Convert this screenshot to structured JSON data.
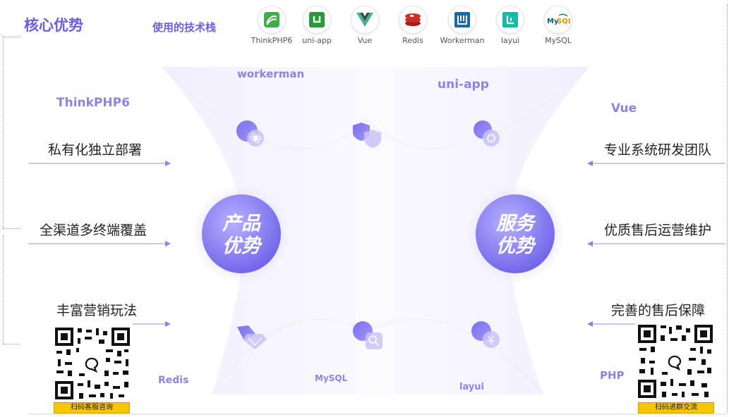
{
  "header": {
    "title": "核心优势",
    "stack_label": "使用的技术栈"
  },
  "tech_stack": [
    {
      "label": "ThinkPHP6",
      "icon": "thinkphp-icon",
      "color": "#3fae49"
    },
    {
      "label": "uni-app",
      "icon": "uniapp-icon",
      "color": "#2b9939"
    },
    {
      "label": "Vue",
      "icon": "vue-icon",
      "color": "#41b883"
    },
    {
      "label": "Redis",
      "icon": "redis-icon",
      "color": "#d82c20"
    },
    {
      "label": "Workerman",
      "icon": "workerman-icon",
      "color": "#1b6aa5"
    },
    {
      "label": "layui",
      "icon": "layui-icon",
      "color": "#16baaa"
    },
    {
      "label": "MySQL",
      "icon": "mysql-icon",
      "color": "#00618a"
    }
  ],
  "floating_labels": {
    "workerman": "workerman",
    "uniapp": "uni-app",
    "thinkphp": "ThinkPHP6",
    "vue": "Vue",
    "redis": "Redis",
    "mysql": "MySQL",
    "layui": "layui",
    "php": "PHP"
  },
  "product": {
    "line1": "产品",
    "line2": "优势",
    "features": [
      "私有化独立部署",
      "全渠道多终端覆盖",
      "丰富营销玩法"
    ]
  },
  "service": {
    "line1": "服务",
    "line2": "优势",
    "features": [
      "专业系统研发团队",
      "优质售后运营维护",
      "完善的售后保障"
    ]
  },
  "qr": {
    "left_label": "扫码客服咨询",
    "right_label": "扫码进群交流"
  },
  "colors": {
    "accent": "#6a5ee6",
    "accent_light": "#8b84e8",
    "qr_tag": "#f7c600"
  }
}
